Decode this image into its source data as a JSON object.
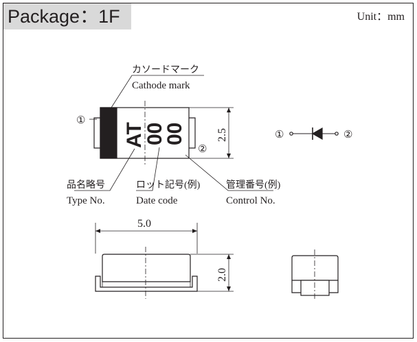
{
  "header": {
    "title": "Package：1F",
    "unit": "Unit：mm"
  },
  "labels": {
    "cathode_jp": "カソードマーク",
    "cathode_en": "Cathode mark",
    "type_jp": "品名略号",
    "type_en": "Type No.",
    "date_jp": "ロット記号(例)",
    "date_en": "Date code",
    "control_jp": "管理番号(例)",
    "control_en": "Control No."
  },
  "marking": {
    "line1": "AT",
    "line2": "00",
    "line3": "00"
  },
  "pins": {
    "pin1": "①",
    "pin2": "②"
  },
  "dimensions": {
    "height_top": "2.5",
    "length": "5.0",
    "height_side": "2.0"
  },
  "colors": {
    "line": "#231f20",
    "title_bg": "#d9d9d9"
  }
}
